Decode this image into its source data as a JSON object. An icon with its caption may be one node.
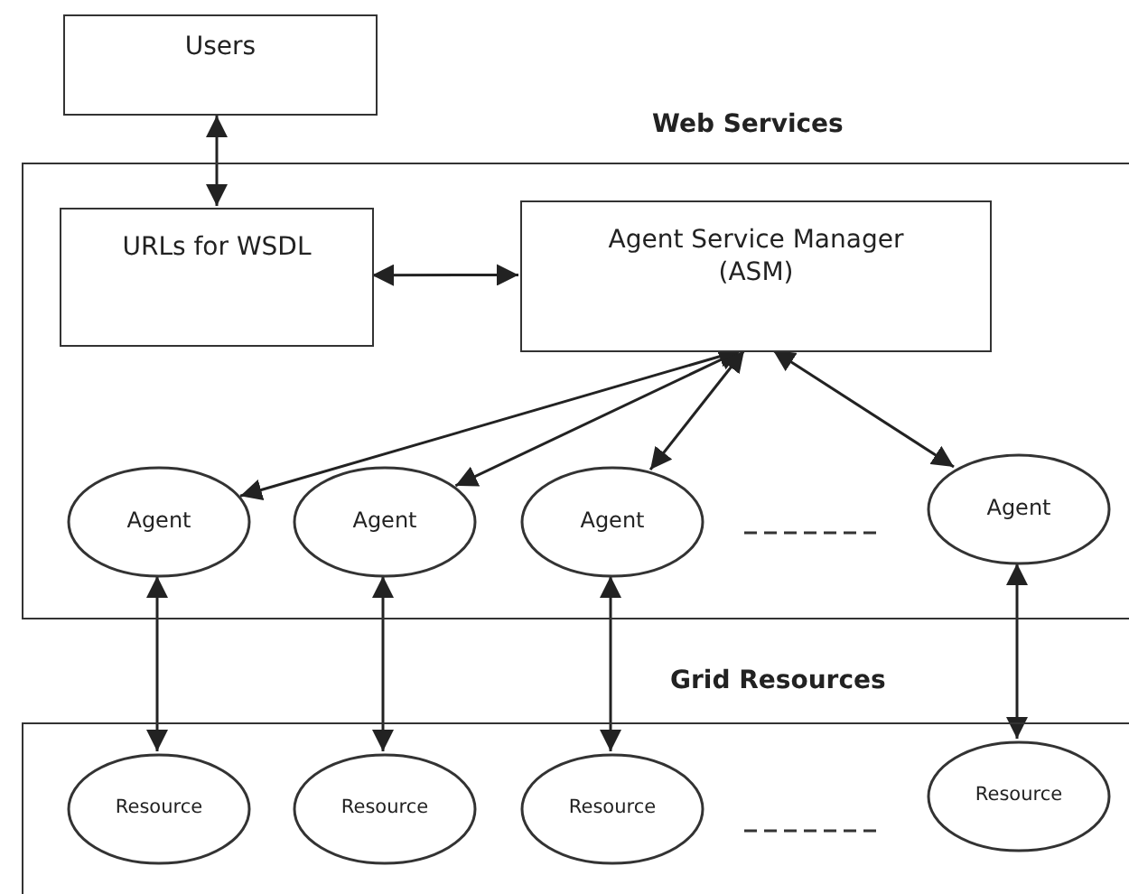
{
  "diagram": {
    "nodes": [
      {
        "text": [
          "Users"
        ]
      },
      {
        "text": [
          "Web Services"
        ]
      },
      {
        "text": [
          "URLs for WSDL"
        ],
        "in": 1
      },
      {
        "text": [
          "Agent Service Manager (ASM)"
        ],
        "in": 1
      },
      {
        "text": [
          "Agent"
        ],
        "in": 1
      },
      {
        "text": [
          "Agent"
        ],
        "in": 1
      },
      {
        "text": [
          "Agent"
        ],
        "in": 1
      },
      {
        "text": [
          "Agent"
        ],
        "in": 1
      },
      {
        "text": [
          "Grid Resources"
        ]
      },
      {
        "text": [
          "Resource"
        ],
        "in": 8
      },
      {
        "text": [
          "Resource"
        ],
        "in": 8
      },
      {
        "text": [
          "Resource"
        ],
        "in": 8
      },
      {
        "text": [
          "Resource"
        ],
        "in": 8
      }
    ],
    "edges": [
      {
        "from": 0,
        "to": 2,
        "arrow": "both"
      },
      {
        "from": 2,
        "to": 3,
        "arrow": "both"
      },
      {
        "from": 3,
        "to": 4,
        "arrow": "both"
      },
      {
        "from": 3,
        "to": 5,
        "arrow": "both"
      },
      {
        "from": 3,
        "to": 6,
        "arrow": "both"
      },
      {
        "from": 3,
        "to": 7,
        "arrow": "both"
      },
      {
        "from": 4,
        "to": 9,
        "arrow": "both"
      },
      {
        "from": 5,
        "to": 10,
        "arrow": "both"
      },
      {
        "from": 6,
        "to": 11,
        "arrow": "both"
      },
      {
        "from": 7,
        "to": 12,
        "arrow": "both"
      }
    ]
  }
}
